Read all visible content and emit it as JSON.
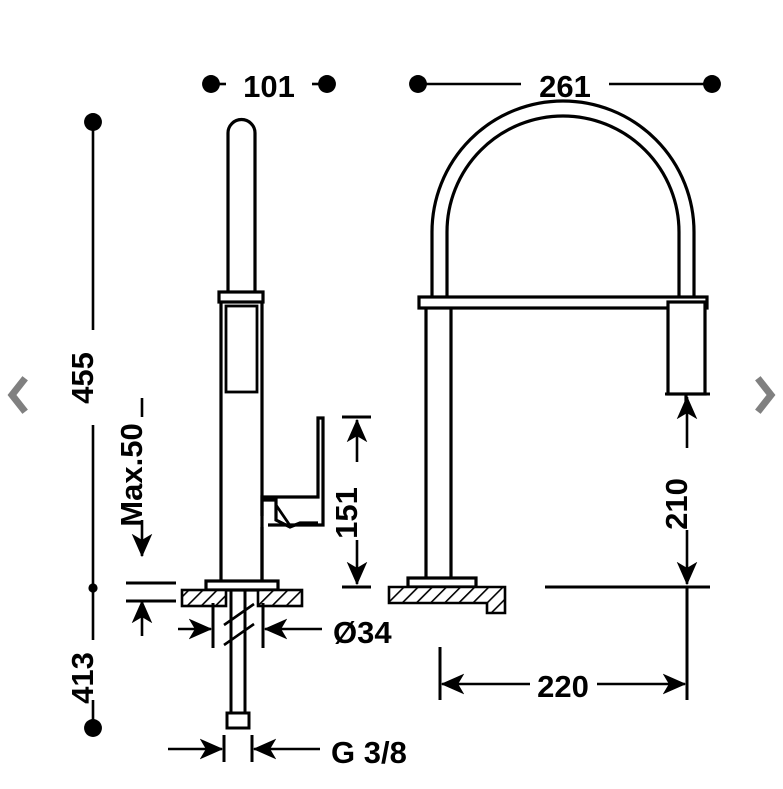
{
  "drawing": {
    "title": "Kitchen faucet technical dimension drawing",
    "units": "mm",
    "line_color": "#000000",
    "nav_color": "#808080",
    "background": "#ffffff"
  },
  "dimensions": {
    "width_left_spout": "101",
    "height_overall": "455",
    "max_thickness": "Max.50",
    "height_below_counter": "413",
    "spout_height_left": "151",
    "width_right_spout": "261",
    "height_right_spray": "210",
    "reach_right": "220",
    "hole_diameter": "Ø34",
    "thread": "G 3/8"
  },
  "nav": {
    "prev_label": "previous-image",
    "next_label": "next-image"
  }
}
